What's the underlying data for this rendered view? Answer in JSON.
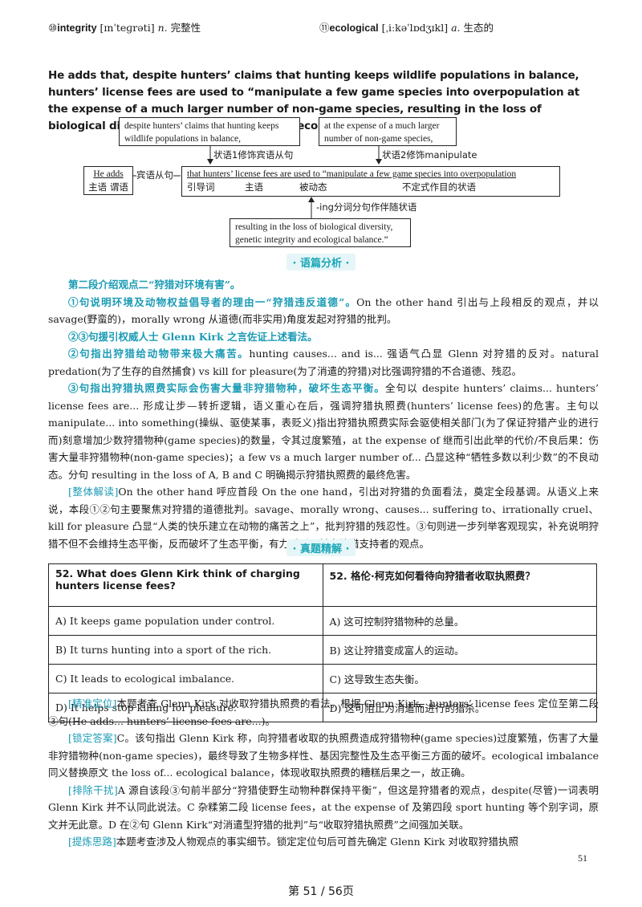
{
  "vocab": {
    "left": {
      "num": "⑩",
      "word": "integrity",
      "ipa": "[ɪnˈteɡrəti]",
      "pos": "n.",
      "gloss": "完整性"
    },
    "right": {
      "num": "⑪",
      "word": "ecological",
      "ipa": "[ˌiːkəˈlɒdʒɪkl]",
      "pos": "a.",
      "gloss": "生态的"
    }
  },
  "sentence": "He adds that, despite hunters’ claims that hunting keeps wildlife populations in balance, hunters’ license fees are used to “manipulate a few game species into overpopulation at the expense of a much larger number of non-game species, resulting in the loss of biological diversity, genetic integrity and ecological balance.”",
  "diagram": {
    "box1": "despite hunters’ claims that hunting keeps wildlife populations in balance,",
    "box2": "at the expense of a much larger number of non-game species,",
    "label1": "状语1修饰宾语从句",
    "label2": "状语2修饰manipulate",
    "he_adds": "He  adds",
    "subj_pred": "主语 谓语",
    "obj_clause": "宾语从句",
    "main_clause": "that  hunters’ license fees are used to “manipulate a few game species into overpopulation",
    "roles": [
      "引导词",
      "主语",
      "被动态",
      "不定式作目的状语"
    ],
    "label3": "-ing分词分句作伴随状语",
    "box3": "resulting in the loss of biological diversity, genetic integrity and ecological balance.”"
  },
  "section1": "· 语篇分析 ·",
  "analysis": [
    {
      "hl": "第二段介绍观点二“狩猎对环境有害”。",
      "text": ""
    },
    {
      "hl": "①句说明环境及动物权益倡导者的理由一“狩猎违反道德”。",
      "text": "On the other hand 引出与上段相反的观点，并以 savage(野蛮的)，morally wrong 从道德(而非实用)角度发起对狩猎的批判。"
    },
    {
      "hl": "②③句援引权威人士 Glenn Kirk 之言佐证上述看法。",
      "text": ""
    },
    {
      "hl": "②句指出狩猎给动物带来极大痛苦。",
      "text": "hunting causes... and is... 强语气凸显 Glenn 对狩猎的反对。natural predation(为了生存的自然捕食) vs kill for pleasure(为了消遣的狩猎)对比强调狩猎的不合道德、残忍。"
    },
    {
      "hl": "③句指出狩猎执照费实际会伤害大量非狩猎物种，破坏生态平衡。",
      "text": "全句以 despite hunters’ claims... hunters’ license fees are... 形成让步—转折逻辑，语义重心在后，强调狩猎执照费(hunters’ license fees)的危害。主句以 manipulate... into something(操纵、驱使某事，表贬义)指出狩猎执照费实际会驱使相关部门(为了保证狩猎产业的进行而)刻意增加少数狩猎物种(game species)的数量，令其过度繁殖，at the expense of 继而引出此举的代价/不良后果：伤害大量非狩猎物种(non-game species)；a few vs a much larger number of... 凸显这种“牺牲多数以利少数”的不良动态。分句 resulting in the loss of A, B and C 明确揭示狩猎执照费的最终危害。"
    },
    {
      "tag": "[整体解读]",
      "text": "On the other hand 呼应首段 On the one hand，引出对狩猎的负面看法，奠定全段基调。从语义上来说，本段①②句主要聚焦对狩猎的道德批判。savage、morally wrong、causes... suffering to、irrationally cruel、kill for pleasure 凸显“人类的快乐建立在动物的痛苦之上”，批判狩猎的残忍性。③句则进一步列举客观现实，补充说明狩猎不但不会维持生态平衡，反而破坏了生态平衡，有力反驳了前文狩猎支持者的观点。"
    }
  ],
  "section2": "· 真题精解 ·",
  "question": {
    "en_head": "52. What does Glenn Kirk think of charging hunters license fees?",
    "zh_head": "52. 格伦·柯克如何看待向狩猎者收取执照费？",
    "options_en": [
      "A) It keeps game population under control.",
      "B) It turns hunting into a sport of the rich.",
      "C) It leads to ecological imbalance.",
      "D) It helps stop killing for pleasure."
    ],
    "options_zh": [
      "A) 这可控制狩猎物种的总量。",
      "B) 这让狩猎变成富人的运动。",
      "C) 这导致生态失衡。",
      "D) 这可阻止为消遣而进行的猎杀。"
    ]
  },
  "explain": [
    {
      "tag": "[精准定位]",
      "text": "本题考查 Glenn Kirk 对收取狩猎执照费的看法。根据 Glenn Kirk、hunters’ license fees 定位至第二段③句(He adds... hunters’ license fees are...)。"
    },
    {
      "tag": "[锁定答案]",
      "text": "C。该句指出 Glenn Kirk 称，向狩猎者收取的执照费造成狩猎物种(game species)过度繁殖，伤害了大量非狩猎物种(non-game species)，最终导致了生物多样性、基因完整性及生态平衡三方面的破坏。ecological imbalance 同义替换原文 the loss of... ecological balance，体现收取执照费的糟糕后果之一，故正确。"
    },
    {
      "tag": "[排除干扰]",
      "text": "A 源自该段③句前半部分“狩猎使野生动物种群保持平衡”，但这是狩猎者的观点，despite(尽管)一词表明 Glenn Kirk 并不认同此说法。C 杂糅第二段 license fees，at the expense of 及第四段 sport hunting 等个别字词，原文并无此意。D 在②句 Glenn Kirk“对消遣型狩猎的批判”与“收取狩猎执照费”之间强加关联。"
    },
    {
      "tag": "[提炼思路]",
      "text": "本题考查涉及人物观点的事实细节。锁定定位句后可首先确定 Glenn Kirk 对收取狩猎执照"
    }
  ],
  "page_number": "51",
  "footer": "第 51 / 56页"
}
